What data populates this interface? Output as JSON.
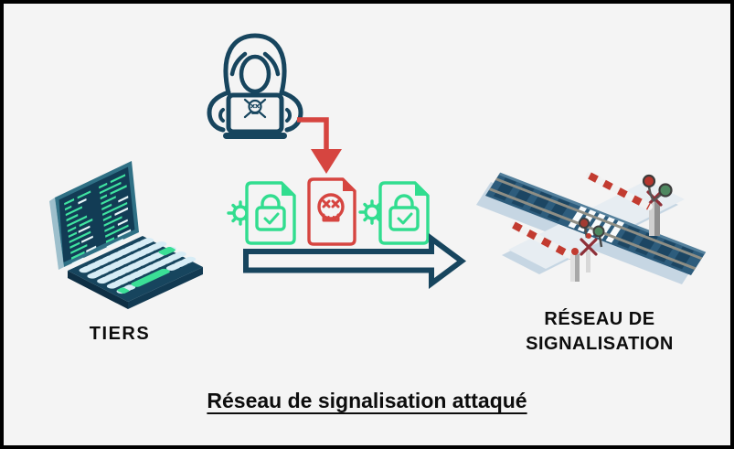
{
  "labels": {
    "tiers": "TIERS",
    "network_line1": "RÉSEAU DE",
    "network_line2": "SIGNALISATION",
    "caption": "Réseau de signalisation attaqué"
  },
  "colors": {
    "background": "#f4f4f4",
    "frame_border": "#000000",
    "navy": "#17455e",
    "alert_red": "#d64540",
    "secure_green": "#31dd8f",
    "barrier_red": "#c23b30",
    "signal_green": "#4e8760",
    "track_blue": "#2d5c7c",
    "text": "#0d0d0d"
  },
  "icons": [
    {
      "name": "hacker-icon",
      "meaning": "hooded attacker with laptop showing skull-and-crossbones"
    },
    {
      "name": "attack-arrow-icon",
      "meaning": "red bent arrow injecting malware into data flow"
    },
    {
      "name": "third-party-laptop-icon",
      "meaning": "laptop with code on screen (third party system)"
    },
    {
      "name": "secure-document-icon",
      "meaning": "green document with padlock, checkmark and gear"
    },
    {
      "name": "malware-document-icon",
      "meaning": "red document with skull (malicious file)"
    },
    {
      "name": "flow-arrow-icon",
      "meaning": "navy outlined arrow: data flow toward signalling network"
    },
    {
      "name": "railway-crossing-icon",
      "meaning": "isometric railway level crossing with barriers and signals"
    }
  ]
}
